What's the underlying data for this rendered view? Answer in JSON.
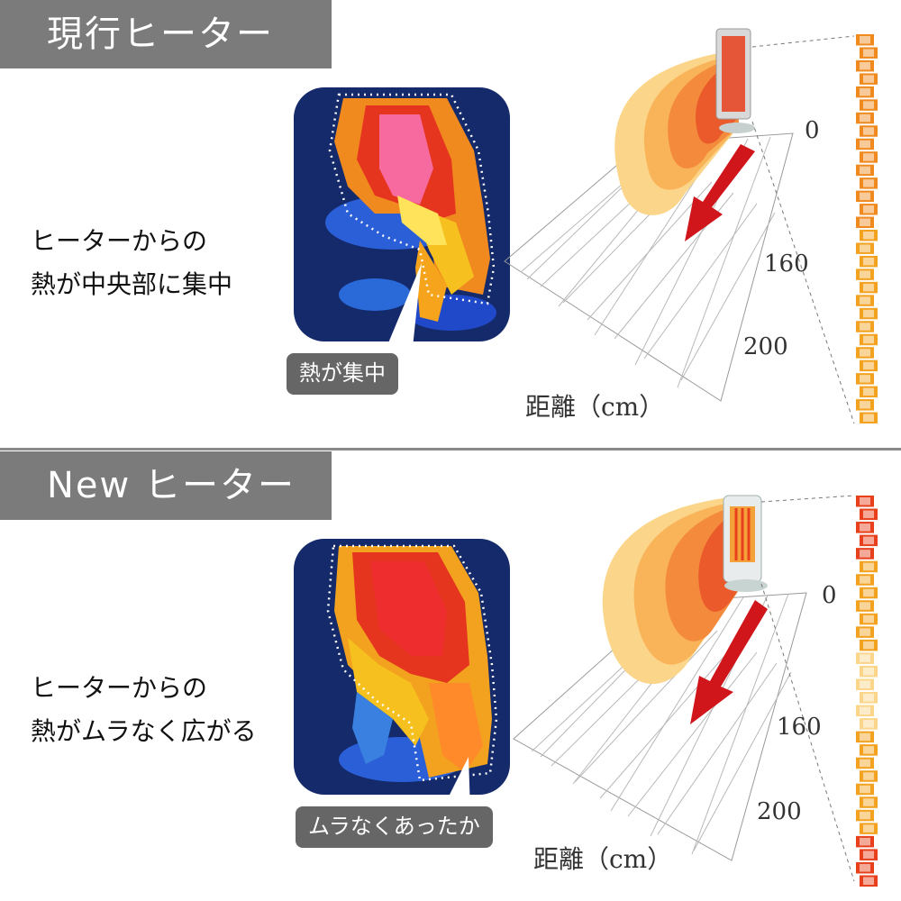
{
  "top": {
    "title": "現行ヒーター",
    "desc_line1": "ヒーターからの",
    "desc_line2": "熱が中央部に集中",
    "callout": "熱が集中",
    "distances": [
      "0",
      "160",
      "200"
    ],
    "axis_label": "距離（cm）"
  },
  "bottom": {
    "title": "New ヒーター",
    "desc_line1": "ヒーターからの",
    "desc_line2": "熱がムラなく広がる",
    "callout": "ムラなくあったか",
    "distances": [
      "0",
      "160",
      "200"
    ],
    "axis_label": "距離（cm）"
  },
  "colors": {
    "header_bg": "#7b7b7b",
    "thermo_bg": "#152a6b",
    "arrow": "#d0151b",
    "heat_core": "#e8401c",
    "heat_edge": "#fbd68a",
    "callout_bg": "#666666"
  },
  "icons": [
    "heater-icon",
    "heat-arrow-icon",
    "heat-bar-icon"
  ]
}
